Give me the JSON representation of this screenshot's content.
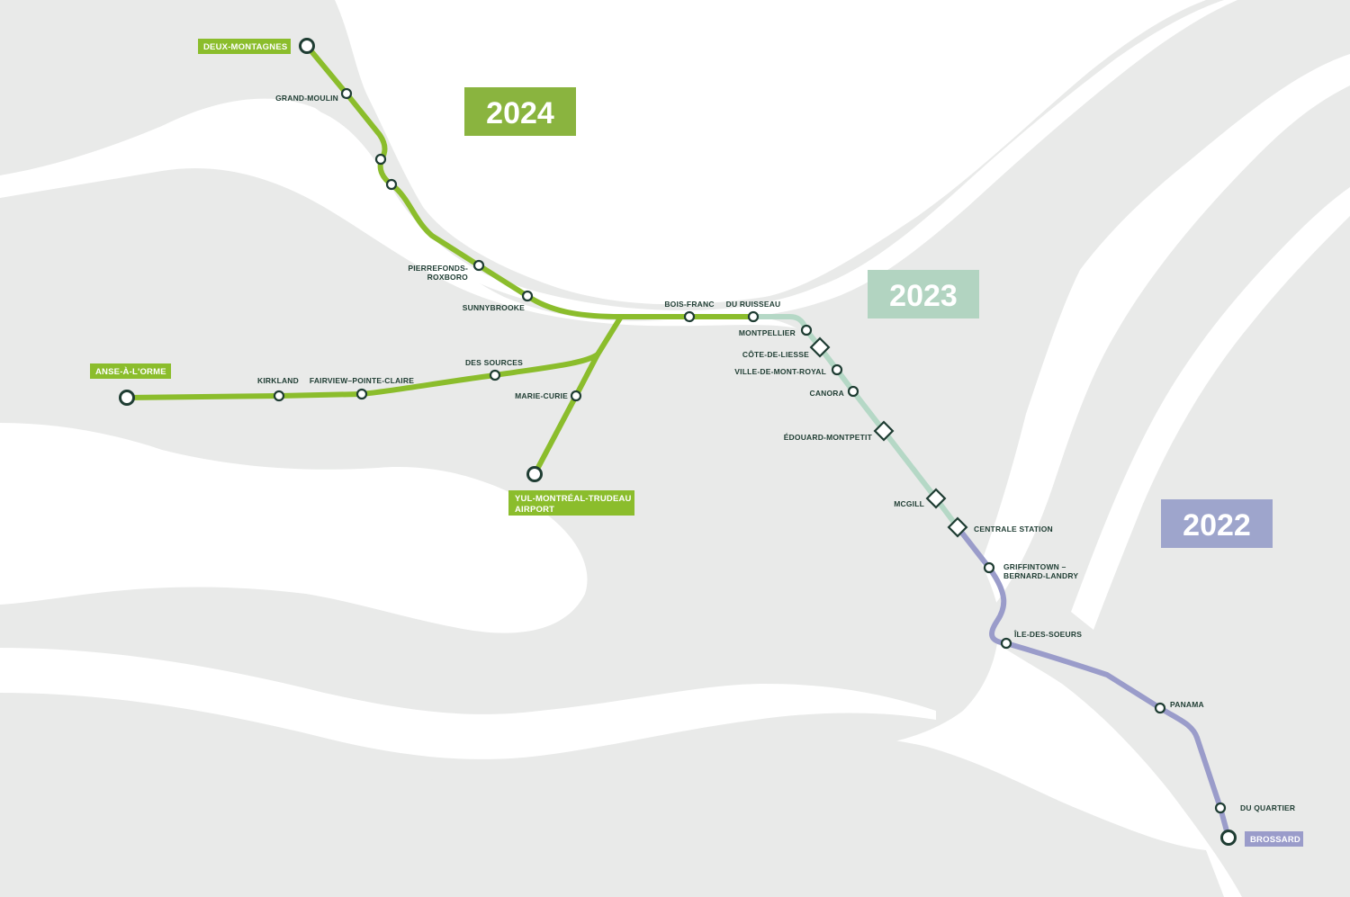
{
  "years": {
    "y2024": {
      "label": "2024",
      "color": "#8ab43f"
    },
    "y2023": {
      "label": "2023",
      "color": "#b2d4c1"
    },
    "y2022": {
      "label": "2022",
      "color": "#9ea5cc"
    }
  },
  "colors": {
    "line_2024": "#8bbd2c",
    "line_2023": "#b5d8c6",
    "line_2022": "#9a9cca",
    "land": "#e9eae9",
    "water": "#ffffff",
    "node_stroke": "#1f3d33",
    "text": "#1f3d33"
  },
  "terminals": {
    "deux_montagnes": "DEUX-MONTAGNES",
    "anse_a_lorme": "ANSE-À-L'ORME",
    "yul_line1": "YUL-MONTRÉAL-TRUDEAU",
    "yul_line2": "AIRPORT",
    "brossard": "BROSSARD"
  },
  "stations": {
    "grand_moulin": "GRAND-MOULIN",
    "pierrefonds_1": "PIERREFONDS-",
    "pierrefonds_2": "ROXBORO",
    "sunnybrooke": "SUNNYBROOKE",
    "kirkland": "KIRKLAND",
    "fairview": "FAIRVIEW–POINTE-CLAIRE",
    "des_sources": "DES SOURCES",
    "marie_curie": "MARIE-CURIE",
    "bois_franc": "BOIS-FRANC",
    "du_ruisseau": "DU RUISSEAU",
    "montpellier": "MONTPELLIER",
    "cote_de_liesse": "CÔTE-DE-LIESSE",
    "ville_mont_royal": "VILLE-DE-MONT-ROYAL",
    "canora": "CANORA",
    "edouard_montpetit": "ÉDOUARD-MONTPETIT",
    "mcgill": "MCGILL",
    "centrale": "CENTRALE STATION",
    "griffintown_1": "GRIFFINTOWN –",
    "griffintown_2": "BERNARD-LANDRY",
    "ile_des_soeurs": "ÎLE-DES-SOEURS",
    "panama": "PANAMA",
    "du_quartier": "DU QUARTIER"
  }
}
